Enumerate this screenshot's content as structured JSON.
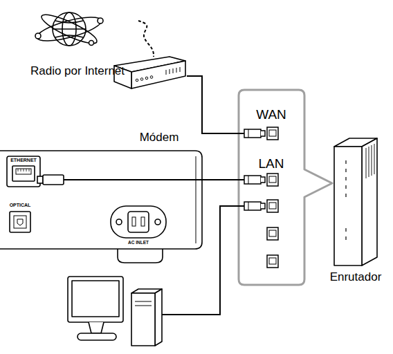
{
  "diagram": {
    "nodes": [
      {
        "text": [
          "Radio por Internet"
        ]
      },
      {
        "text": [
          "Módem"
        ]
      },
      {
        "text": [
          "ETHERNET",
          "OPTICAL",
          "AC INLET"
        ]
      },
      {
        "text": [
          "WAN",
          "LAN"
        ]
      },
      {
        "text": [
          "Enrutador"
        ]
      }
    ],
    "edges": [
      {
        "from": 0,
        "to": 1,
        "arrow": "none"
      },
      {
        "from": 1,
        "to": 3,
        "arrow": "none"
      },
      {
        "from": 2,
        "to": 3,
        "arrow": "none"
      }
    ]
  }
}
